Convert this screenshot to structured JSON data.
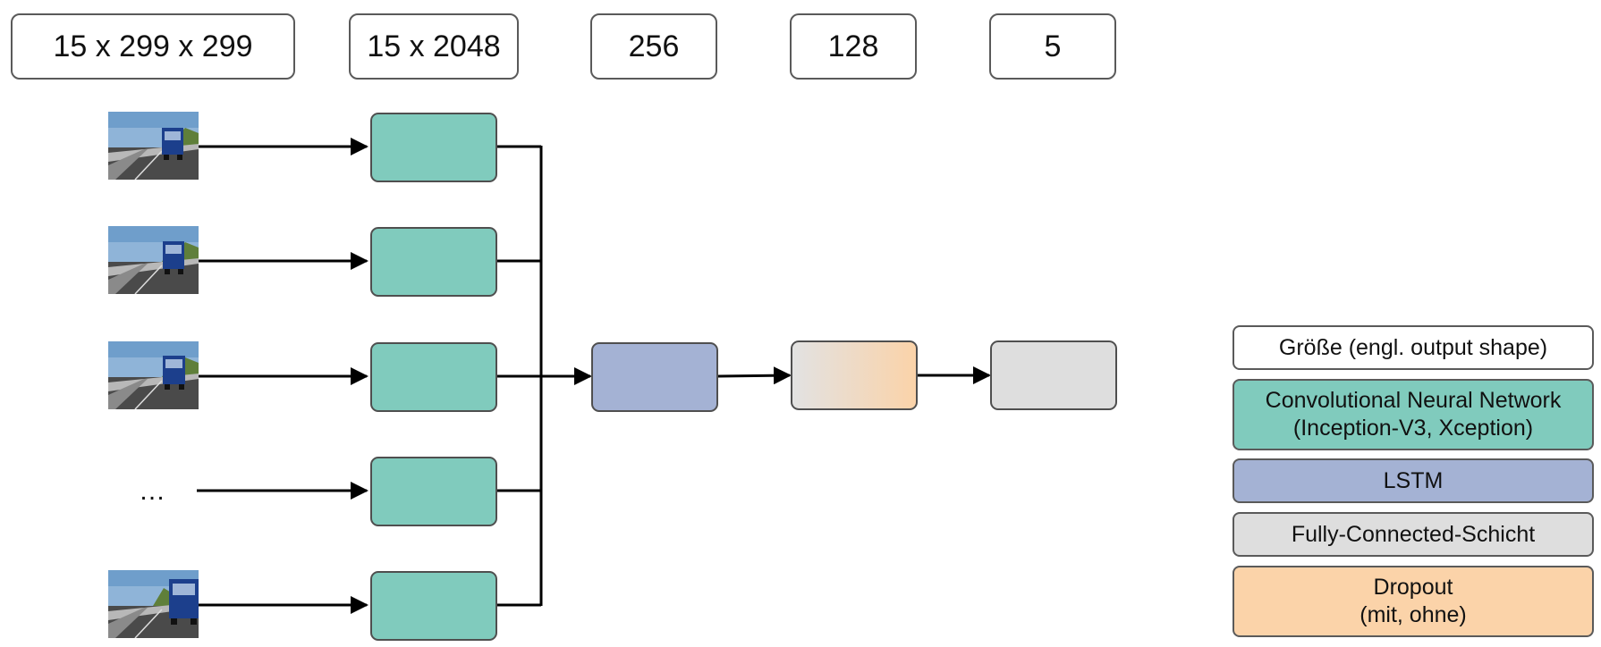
{
  "shapes": {
    "input": "15 x 299 x 299",
    "cnn_out": "15 x 2048",
    "lstm_out": "256",
    "fc1_out": "128",
    "fc2_out": "5"
  },
  "ellipsis": "…",
  "legend": {
    "shape": "Größe (engl. output shape)",
    "cnn_line1": "Convolutional Neural Network",
    "cnn_line2": "(Inception-V3, Xception)",
    "lstm": "LSTM",
    "fc": "Fully-Connected-Schicht",
    "dropout_line1": "Dropout",
    "dropout_line2": "(mit, ohne)"
  },
  "colors": {
    "cnn": "#80cbbd",
    "lstm": "#a4b2d4",
    "fully_connected": "#dedede",
    "dropout": "#fbd3a9"
  }
}
